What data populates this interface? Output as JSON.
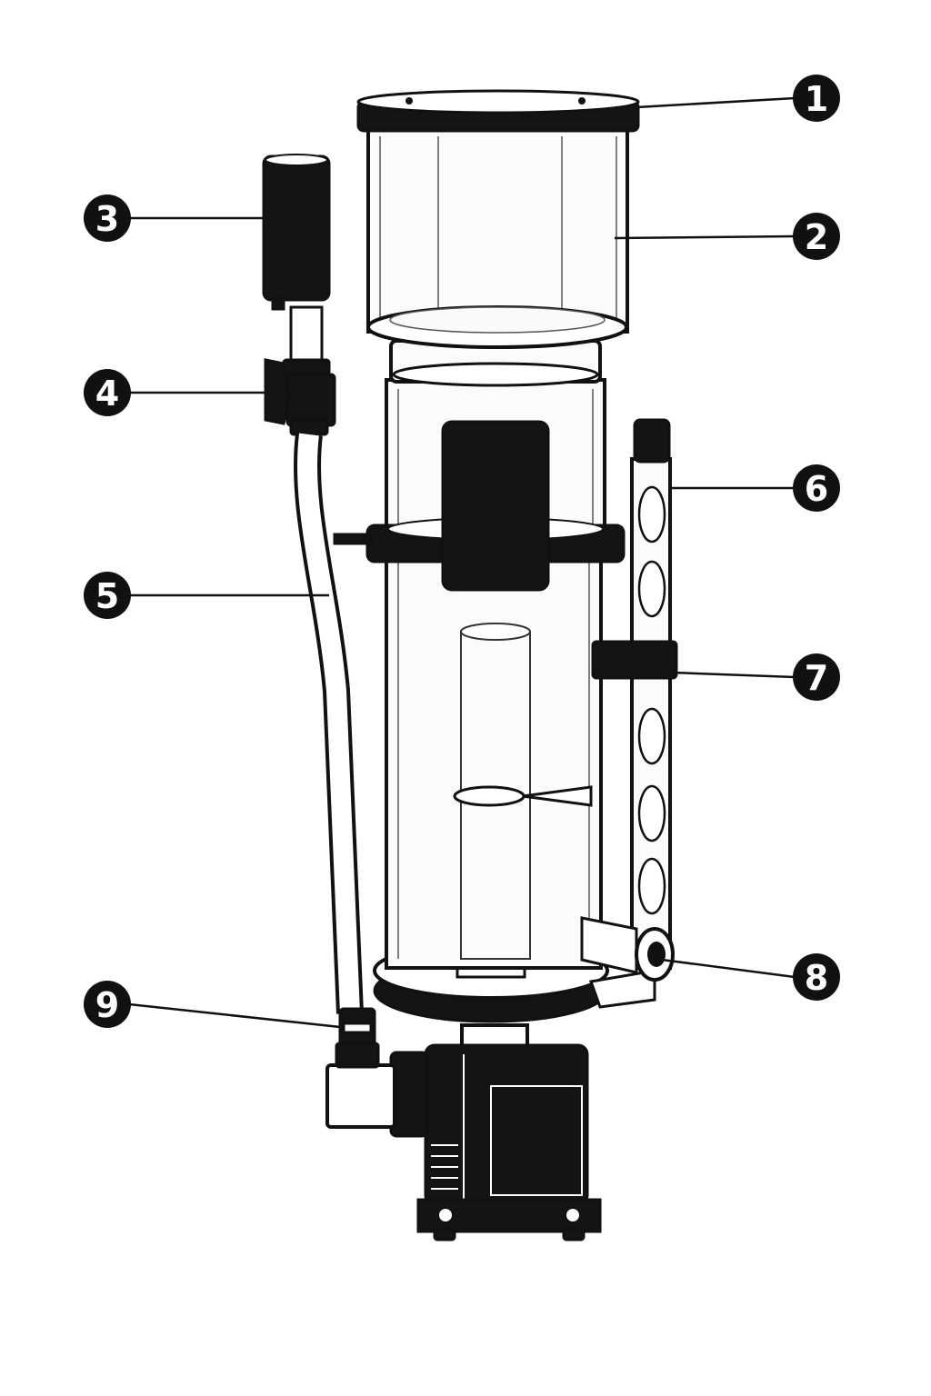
{
  "callouts": [
    {
      "number": "1",
      "target": "top-lid"
    },
    {
      "number": "2",
      "target": "collection-cup"
    },
    {
      "number": "3",
      "target": "air-silencer"
    },
    {
      "number": "4",
      "target": "air-valve"
    },
    {
      "number": "5",
      "target": "air-hose"
    },
    {
      "number": "6",
      "target": "outlet-tube"
    },
    {
      "number": "7",
      "target": "tube-bracket"
    },
    {
      "number": "8",
      "target": "water-outlet"
    },
    {
      "number": "9",
      "target": "hose-connector"
    }
  ],
  "colors": {
    "line": "#111111",
    "fill_dark": "#141414",
    "background": "#ffffff",
    "badge": "#111111",
    "badge_text": "#ffffff"
  }
}
